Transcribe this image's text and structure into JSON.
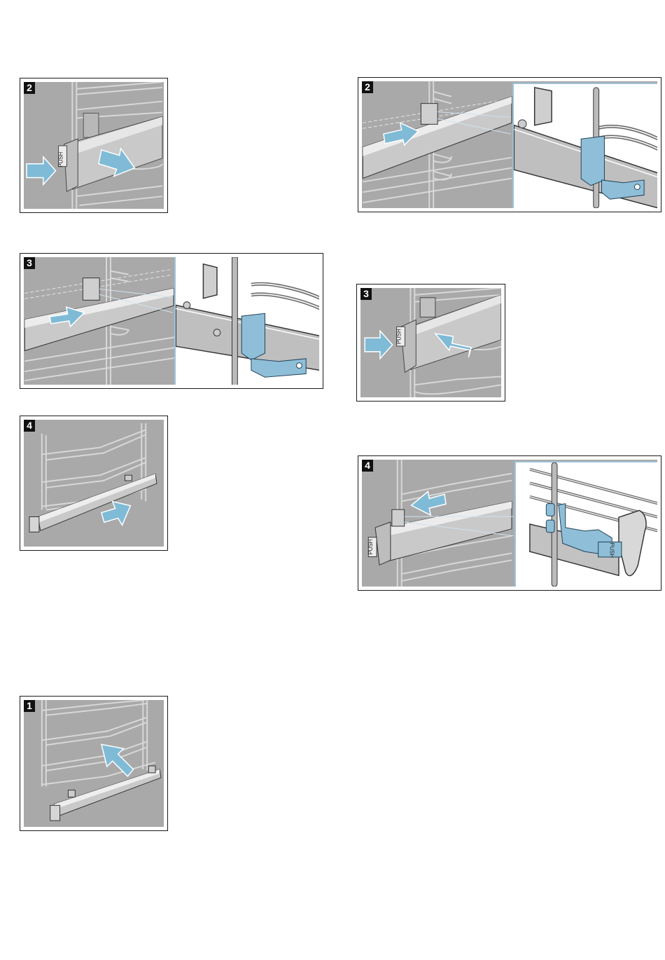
{
  "figures": {
    "left_2": {
      "step": "2",
      "push_label": "PUSH"
    },
    "left_3": {
      "step": "3"
    },
    "left_4": {
      "step": "4"
    },
    "left_1": {
      "step": "1"
    },
    "right_2": {
      "step": "2"
    },
    "right_3": {
      "step": "3",
      "push_label": "PUSH"
    },
    "right_4": {
      "step": "4",
      "push_label": "PUSH",
      "inset_push_label": "PUSH"
    }
  },
  "colors": {
    "scene": "#a9a9a9",
    "arrow": "#7fbbd6",
    "clip": "#8fbfd8",
    "inset_border": "#9fc3d6"
  }
}
